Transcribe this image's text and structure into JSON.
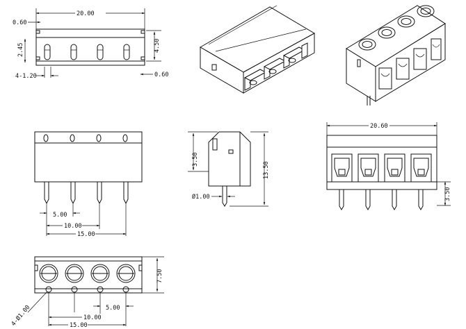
{
  "dimensions": {
    "top_width": "20.00",
    "top_left_offset": "0.60",
    "top_left_height": "2.45",
    "top_right_height": "4.50",
    "top_right_offset": "0.60",
    "top_pins": "4-1.20",
    "side_height_left": "3.50",
    "side_height_right": "13.50",
    "side_pin_diameter": "Ø1.00",
    "front_pitch": "5.00",
    "front_span_two": "10.00",
    "front_span_three": "15.00",
    "right_width": "20.60",
    "right_height": "3.50",
    "bottom_depth": "7.50",
    "bottom_holes": "4-Ø1.00",
    "bottom_pitch": "5.00",
    "bottom_span_two": "10.00",
    "bottom_span_three": "15.00"
  }
}
